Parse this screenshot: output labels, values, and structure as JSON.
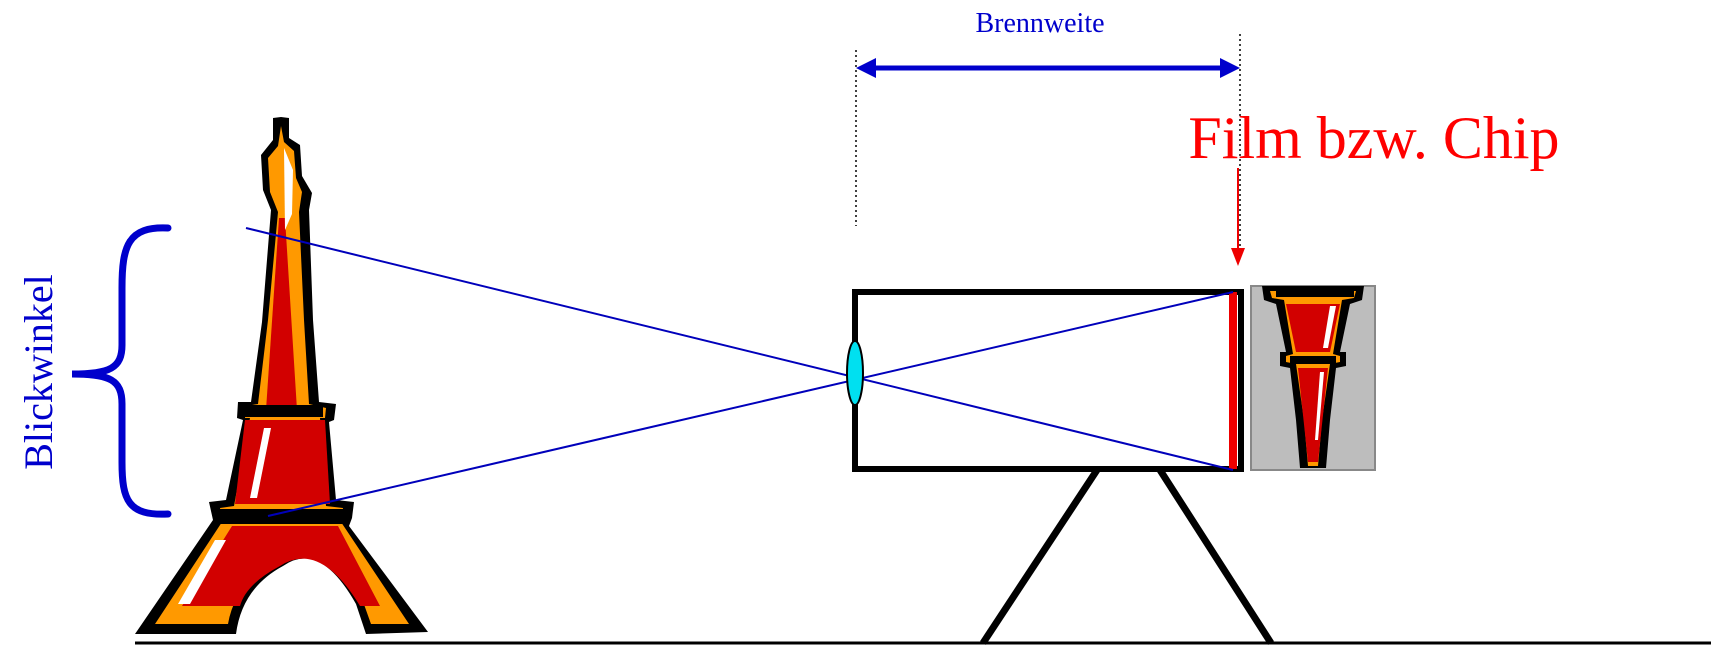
{
  "labels": {
    "focal_length": "Brennweite",
    "sensor": "Film bzw. Chip",
    "field_of_view": "Blickwinkel"
  },
  "colors": {
    "focal_length_label": "#0000cc",
    "focal_length_arrow": "#0000cc",
    "sensor_label": "#ff0000",
    "sensor_plane": "#ee0000",
    "field_of_view": "#0000cc",
    "ray_lines": "#0000bb",
    "lens": "#00e0f0",
    "tower_dark": "#000000",
    "tower_orange": "#ff9900",
    "tower_red": "#d20000",
    "tower_highlight": "#ffffff",
    "image_background": "#bdbdbd"
  },
  "icons": {
    "tower": "eiffel-tower-icon",
    "lens": "lens-icon",
    "camera_body": "camera-body-icon",
    "tripod": "tripod-icon",
    "captured_image": "inverted-tower-image"
  }
}
